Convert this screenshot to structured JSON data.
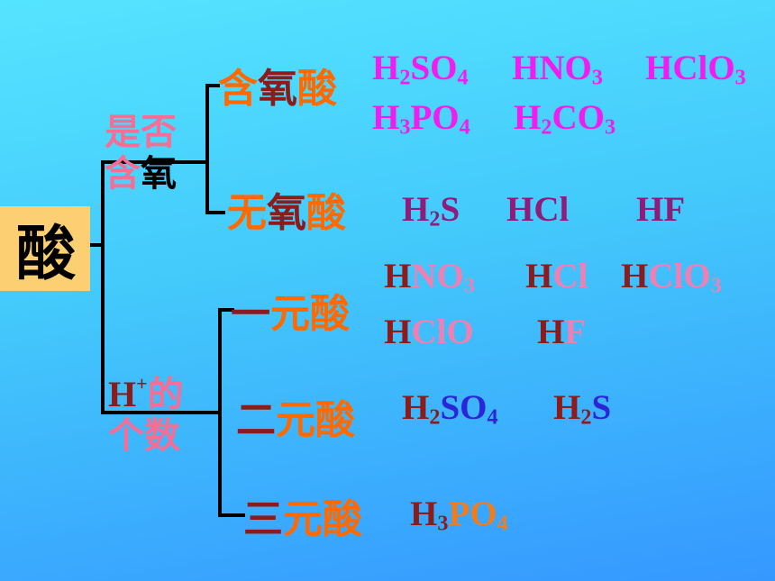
{
  "root": "酸",
  "criteria": {
    "oxygen": [
      "是否",
      "含氧"
    ],
    "hcount": {
      "h": "H",
      "plus": "+",
      "de": "的",
      "line2": "个数"
    }
  },
  "categories": {
    "oxyacid": {
      "c1": "含",
      "c2": "氧",
      "c3": "酸"
    },
    "nonoxy": {
      "c1": "无",
      "c2": "氧",
      "c3": "酸"
    },
    "mono": {
      "c1": "一",
      "c2": "元",
      "c3": "酸"
    },
    "di": {
      "c1": "二",
      "c2": "元",
      "c3": "酸"
    },
    "tri": {
      "c1": "三",
      "c2": "元",
      "c3": "酸"
    }
  },
  "formulas": {
    "oxyacid": [
      "H2SO4",
      "HNO3",
      "HClO3",
      "H3PO4",
      "H2CO3"
    ],
    "nonoxy": [
      "H2S",
      "HCl",
      "HF"
    ],
    "mono": [
      "HNO3",
      "HCl",
      "HClO3",
      "HClO",
      "HF"
    ],
    "di": [
      "H2SO4",
      "H2S"
    ],
    "tri": [
      "H3PO4"
    ]
  },
  "colors": {
    "background_top": "#55e4ff",
    "background_bottom": "#3598ff",
    "root_box": "#fbcf72",
    "criteria_pink": "#f46e95",
    "category_orange": "#ff6a00",
    "category_darkred": "#8b1c1c",
    "formula_magenta": "#f21cf0",
    "formula_purple": "#8f1b7a",
    "formula_pink": "#f07fb3",
    "formula_blue": "#2a26d8",
    "formula_orange": "#f07d1d"
  }
}
